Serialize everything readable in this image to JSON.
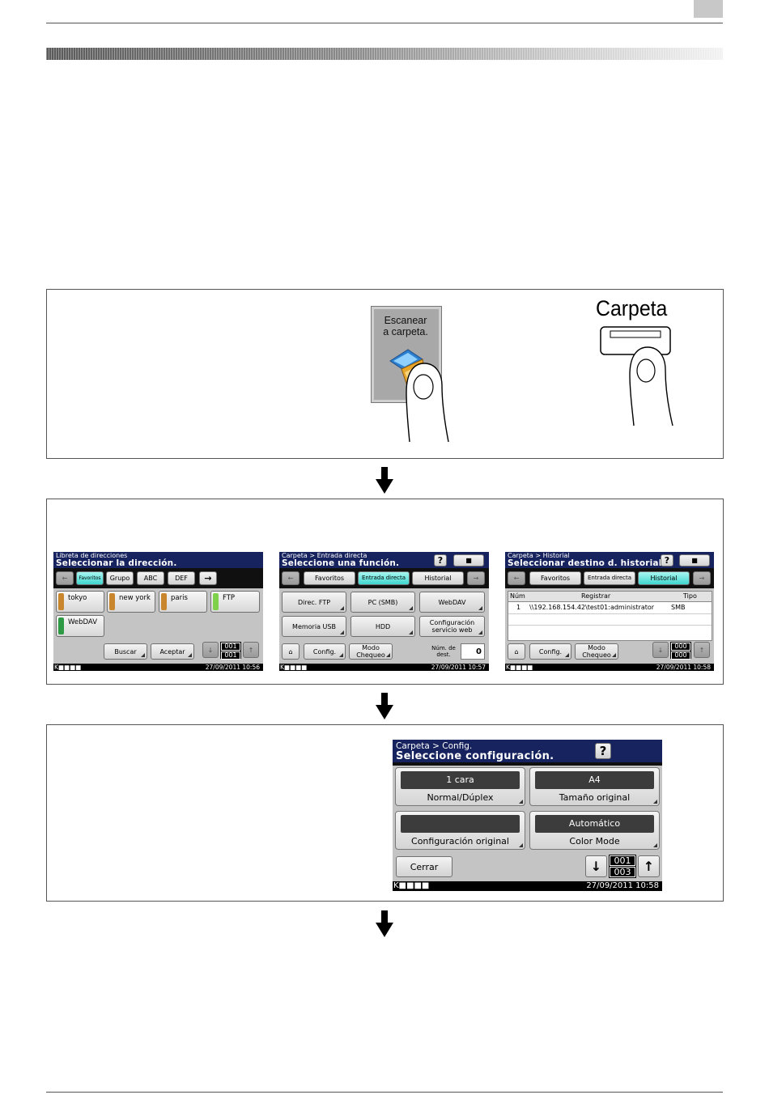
{
  "step1": {
    "panel_key_label": "Escanear\na carpeta.",
    "carpeta_label": "Carpeta"
  },
  "screen1": {
    "subtitle": "Libreta de direcciones",
    "title": "Seleccionar la dirección.",
    "tabs": [
      "Favoritos",
      "Grupo",
      "ABC",
      "DEF"
    ],
    "destinations": [
      {
        "name": "tokyo",
        "color": "#c9862c"
      },
      {
        "name": "new york",
        "color": "#c9862c"
      },
      {
        "name": "paris",
        "color": "#c9862c"
      },
      {
        "name": "FTP",
        "color": "#7fd04a"
      },
      {
        "name": "WebDAV",
        "color": "#2f9a46"
      }
    ],
    "search_label": "Buscar",
    "accept_label": "Aceptar",
    "counter_top": "001",
    "counter_bottom": "001",
    "datetime": "27/09/2011  10:56"
  },
  "screen2": {
    "subtitle": "Carpeta > Entrada directa",
    "title": "Seleccione una función.",
    "tabs": [
      "Favoritos",
      "Entrada directa",
      "Historial"
    ],
    "functions": [
      "Direc. FTP",
      "PC (SMB)",
      "WebDAV",
      "Memoria USB",
      "HDD",
      "Configuración servicio web"
    ],
    "config_label": "Config.",
    "check_mode_label": "Modo Chequeo",
    "dest_count_label": "Núm. de dest.",
    "dest_count": "0",
    "datetime": "27/09/2011  10:57"
  },
  "screen3": {
    "subtitle": "Carpeta > Historial",
    "title": "Seleccionar destino d. historial",
    "tabs": [
      "Favoritos",
      "Entrada directa",
      "Historial"
    ],
    "table_headers": [
      "Núm",
      "Registrar",
      "Tipo"
    ],
    "rows": [
      {
        "num": "1",
        "register": "\\\\192.168.154.42\\test01:administrator",
        "type": "SMB"
      }
    ],
    "config_label": "Config.",
    "check_mode_label": "Modo Chequeo",
    "counter_top": "000",
    "counter_bottom": "000",
    "datetime": "27/09/2011  10:58"
  },
  "screen4": {
    "subtitle": "Carpeta > Config.",
    "title": "Seleccione configuración.",
    "settings": [
      {
        "value": "1 cara",
        "label": "Normal/Dúplex"
      },
      {
        "value": "A4",
        "label": "Tamaño original"
      },
      {
        "value": "",
        "label": "Configuración original"
      },
      {
        "value": "Automático",
        "label": "Color Mode"
      }
    ],
    "close_label": "Cerrar",
    "counter_top": "001",
    "counter_bottom": "003",
    "datetime": "27/09/2011  10:58"
  }
}
